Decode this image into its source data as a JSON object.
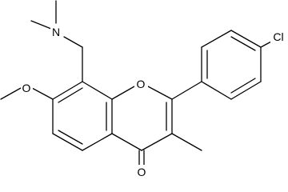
{
  "structure": {
    "atoms": {
      "n": "N",
      "o_ring": "O",
      "o_methoxy": "O",
      "o_carbonyl": "O",
      "cl": "Cl"
    }
  }
}
